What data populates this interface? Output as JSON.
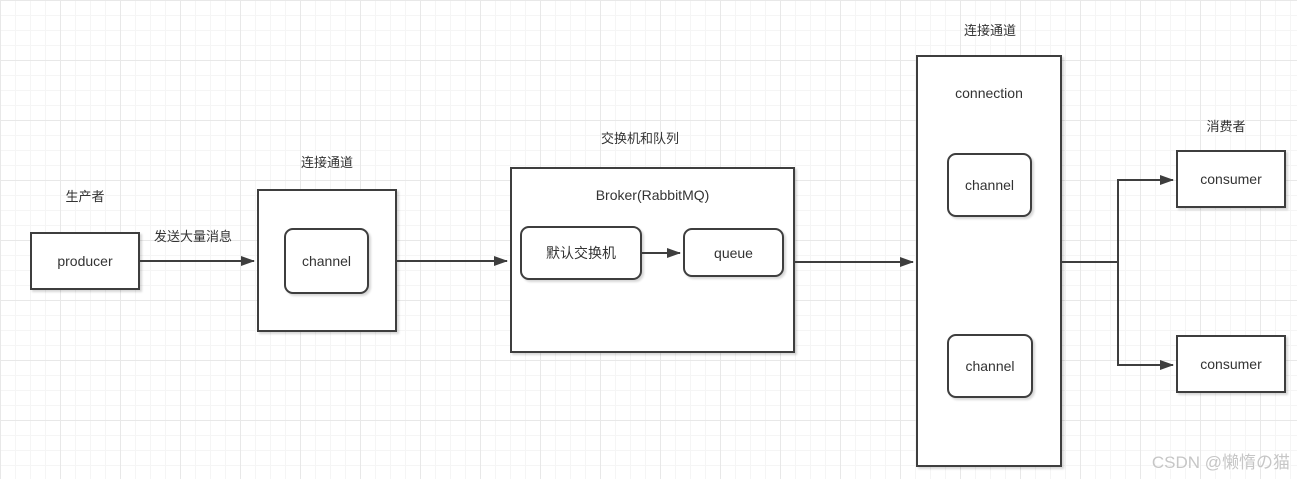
{
  "labels": {
    "producer_group": "生产者",
    "send_message": "发送大量消息",
    "channel_group_left": "连接通道",
    "broker_group": "交换机和队列",
    "connection_group": "连接通道",
    "consumer_group": "消费者"
  },
  "nodes": {
    "producer": "producer",
    "channel_left": "channel",
    "broker_title": "Broker(RabbitMQ)",
    "default_exchange": "默认交换机",
    "queue": "queue",
    "connection_title": "connection",
    "channel_top": "channel",
    "channel_bottom": "channel",
    "consumer_top": "consumer",
    "consumer_bottom": "consumer"
  },
  "watermark": "CSDN @懒惰の猫",
  "colors": {
    "stroke": "#3e3e3e",
    "text": "#333333",
    "watermark": "#c6c6c6",
    "grid_minor": "#f5f5f5",
    "grid_major": "#e8e8e8",
    "node_fill": "#ffffff"
  }
}
